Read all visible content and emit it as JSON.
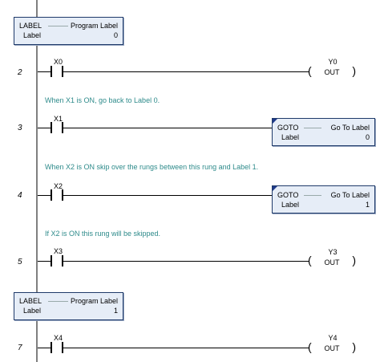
{
  "rungs": {
    "r1": {
      "label_key": "LABEL",
      "label_title": "Program Label",
      "field": "Label",
      "value": "0"
    },
    "r2": {
      "num": "2",
      "contact": "X0",
      "coil_addr": "Y0",
      "coil_type": "OUT"
    },
    "r3": {
      "comment": "When X1 is ON, go back to Label 0.",
      "num": "3",
      "contact": "X1",
      "goto_key": "GOTO",
      "goto_title": "Go To Label",
      "field": "Label",
      "value": "0"
    },
    "r4": {
      "comment": "When X2 is ON skip over the rungs between this rung and Label 1.",
      "num": "4",
      "contact": "X2",
      "goto_key": "GOTO",
      "goto_title": "Go To Label",
      "field": "Label",
      "value": "1"
    },
    "r5": {
      "comment": "If X2 is ON this rung will be skipped.",
      "num": "5",
      "contact": "X3",
      "coil_addr": "Y3",
      "coil_type": "OUT"
    },
    "r6": {
      "label_key": "LABEL",
      "label_title": "Program Label",
      "field": "Label",
      "value": "1"
    },
    "r7": {
      "num": "7",
      "contact": "X4",
      "coil_addr": "Y4",
      "coil_type": "OUT"
    }
  },
  "colors": {
    "comment": "#2e8b8b",
    "box_fill": "#e6edf7",
    "box_border": "#1f3a6a",
    "rail": "#7f7f7f"
  },
  "icons": {
    "contact": "normally-open-contact-icon",
    "coil": "output-coil-icon"
  }
}
